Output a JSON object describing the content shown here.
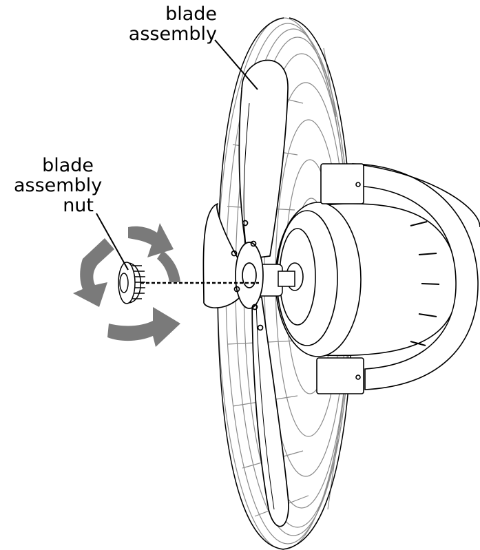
{
  "labels": {
    "blade_assembly": {
      "line1": "blade",
      "line2": "assembly"
    },
    "blade_assembly_nut": {
      "line1": "blade",
      "line2": "assembly",
      "line3": "nut"
    }
  },
  "colors": {
    "line": "#000000",
    "guard_wire": "#8a8a8a",
    "rotation_arrow": "#7a7a7a",
    "background": "#ffffff"
  },
  "icons": {
    "rotation": "rotate-arrows-icon",
    "nut": "knurled-nut-icon"
  }
}
